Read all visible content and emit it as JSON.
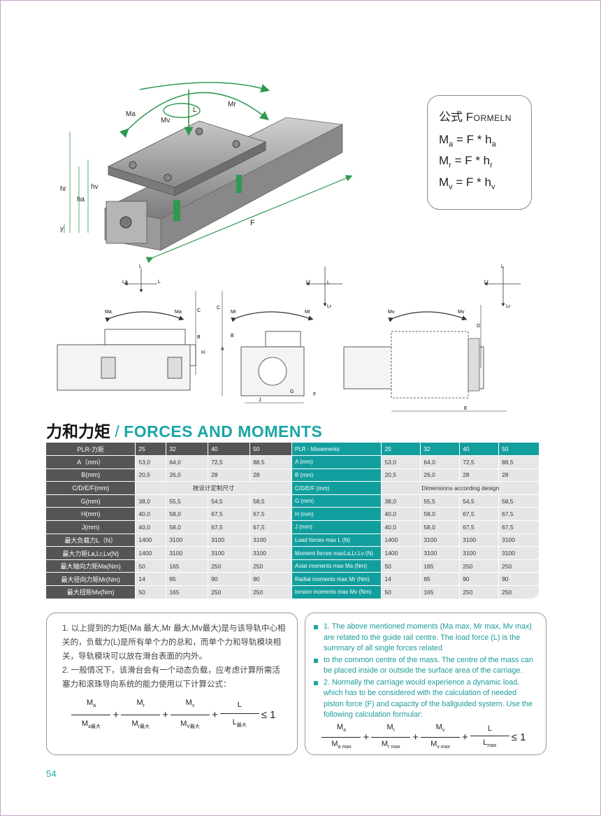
{
  "figure": {
    "labels": {
      "ma": "Ma",
      "mv": "Mv",
      "mr": "Mr",
      "l": "L",
      "hr": "hr",
      "hv": "hv",
      "ha": "ha",
      "y": "y",
      "f": "F"
    }
  },
  "formula": {
    "title_cn": "公式",
    "title_en": "Formeln",
    "lines": [
      {
        "lhs": "M",
        "lhs_sub": "a",
        "rhs": "= F * h",
        "rhs_sub": "a"
      },
      {
        "lhs": "M",
        "lhs_sub": "r",
        "rhs": "= F * h",
        "rhs_sub": "r"
      },
      {
        "lhs": "M",
        "lhs_sub": "v",
        "rhs": "= F * h",
        "rhs_sub": "v"
      }
    ]
  },
  "views": {
    "left": {
      "l": "L",
      "la": "La",
      "ma": "Ma",
      "ma2": "Ma",
      "c": "C",
      "b": "B",
      "h": "H"
    },
    "middle": {
      "l": "L",
      "lr": "Lr",
      "lr2": "Lr",
      "mr": "Mr",
      "mr2": "Mr",
      "c": "C",
      "b": "B",
      "a": "A",
      "g": "G",
      "f": "F",
      "j": "J"
    },
    "right": {
      "l": "L",
      "lr": "Lr",
      "lr2": "Lr",
      "mv": "Mv",
      "mv2": "Mv",
      "d": "D",
      "e": "E"
    }
  },
  "section_title": {
    "cn": "力和力矩",
    "sep": "/",
    "en": "FORCES AND MOMENTS"
  },
  "table_cn": {
    "header": [
      "PLR-力矩",
      "25",
      "32",
      "40",
      "50"
    ],
    "rows": [
      [
        "A（mm）",
        "53,0",
        "64,0",
        "72,5",
        "88,5"
      ],
      [
        "B(mm)",
        "20,5",
        "26,0",
        "28",
        "28"
      ],
      [
        "C/D/E/F(mm)",
        "按设计定制尺寸"
      ],
      [
        "G(mm)",
        "38,0",
        "55,5",
        "54,5",
        "58,5"
      ],
      [
        "H(mm)",
        "40,0",
        "58,0",
        "67,5",
        "67,5"
      ],
      [
        "J(mm)",
        "40,0",
        "58,0",
        "67,5",
        "67,5"
      ],
      [
        "最大负载力L（N）",
        "1400",
        "3100",
        "3100",
        "3100"
      ],
      [
        "最大力矩La,Lr,Lv(N)",
        "1400",
        "3100",
        "3100",
        "3100"
      ],
      [
        "最大轴向力矩Ma(Nm)",
        "50",
        "165",
        "250",
        "250"
      ],
      [
        "最大径向力矩Mr(Nm)",
        "14",
        "65",
        "90",
        "90"
      ],
      [
        "最大扭矩Mv(Nm)",
        "50",
        "165",
        "250",
        "250"
      ]
    ]
  },
  "table_en": {
    "header": [
      "PLR - Movements",
      "25",
      "32",
      "40",
      "50"
    ],
    "rows": [
      [
        "A (mm)",
        "53,0",
        "64,0",
        "72,5",
        "88,5"
      ],
      [
        "B (mm)",
        "20,5",
        "26,0",
        "28",
        "28"
      ],
      [
        "C/D/E/F (mm)",
        "Dimensions according design"
      ],
      [
        "G (mm)",
        "38,0",
        "55,5",
        "54,5",
        "58,5"
      ],
      [
        "H (mm)",
        "40,0",
        "58,0",
        "67,5",
        "67,5"
      ],
      [
        "J (mm)",
        "40,0",
        "58,0",
        "67,5",
        "67,5"
      ],
      [
        "Load forces max L (N)",
        "1400",
        "3100",
        "3100",
        "3100"
      ],
      [
        "Moment forces maxLa,Lr,Lv (N)",
        "1400",
        "3100",
        "3100",
        "3100"
      ],
      [
        "Axial moments max Ma (Nm)",
        "50",
        "165",
        "250",
        "250"
      ],
      [
        "Radial moments max Mr (Nm)",
        "14",
        "65",
        "90",
        "90"
      ],
      [
        "torsion moments max Mv (Nm)",
        "50",
        "165",
        "250",
        "250"
      ]
    ]
  },
  "notes_cn": {
    "p1": "1. 以上提到的力矩(Ma 最大,Mr 最大,Mv最大)是与该导轨中心相关的，负载力(L)是所有单个力的总和，而单个力和导轨模块相关，导轨模块可以放在滑台表面的内外。",
    "p2": "2. 一般情况下，该滑台会有一个动态负载，应考虑计算所需活塞力和滚珠导向系统的能力使用以下计算公式：",
    "formula": {
      "t1_num": "M",
      "t1_num_sub": "a",
      "t1_den": "M",
      "t1_den_sub": "a最大",
      "t2_num": "M",
      "t2_num_sub": "r",
      "t2_den": "M",
      "t2_den_sub": "r最大",
      "t3_num": "M",
      "t3_num_sub": "v",
      "t3_den": "M",
      "t3_den_sub": "V最大",
      "t4_num": "L",
      "t4_den": "L",
      "t4_den_sub": "最大",
      "plus": "+",
      "le": "≤ 1"
    }
  },
  "notes_en": {
    "p1": "1. The above mentioned moments (Ma max, Mr max, Mv max) are related to the guide rail centre. The load force (L) is the summary of all single forces related",
    "p2": "to the common centre of the mass. The centre of the mass can be placed inside or outside the surface area of the carriage.",
    "p3": "2. Normally the carriage would experience a dynamic load, which has to be considered with the calculation of needed piston force (F) and capacity of the ballguided system. Use the following calculation formular:",
    "formula": {
      "t1_num": "M",
      "t1_num_sub": "a",
      "t1_den": "M",
      "t1_den_sub": "a max",
      "t2_num": "M",
      "t2_num_sub": "r",
      "t2_den": "M",
      "t2_den_sub": "r max",
      "t3_num": "M",
      "t3_num_sub": "v",
      "t3_den": "M",
      "t3_den_sub": "v max",
      "t4_num": "L",
      "t4_den": "L",
      "t4_den_sub": "max",
      "plus": "+",
      "le": "≤ 1"
    }
  },
  "page_number": "54",
  "colors": {
    "accent": "#1aa6a6",
    "dark_header": "#555555",
    "green_arrow": "#2e9a4f"
  }
}
